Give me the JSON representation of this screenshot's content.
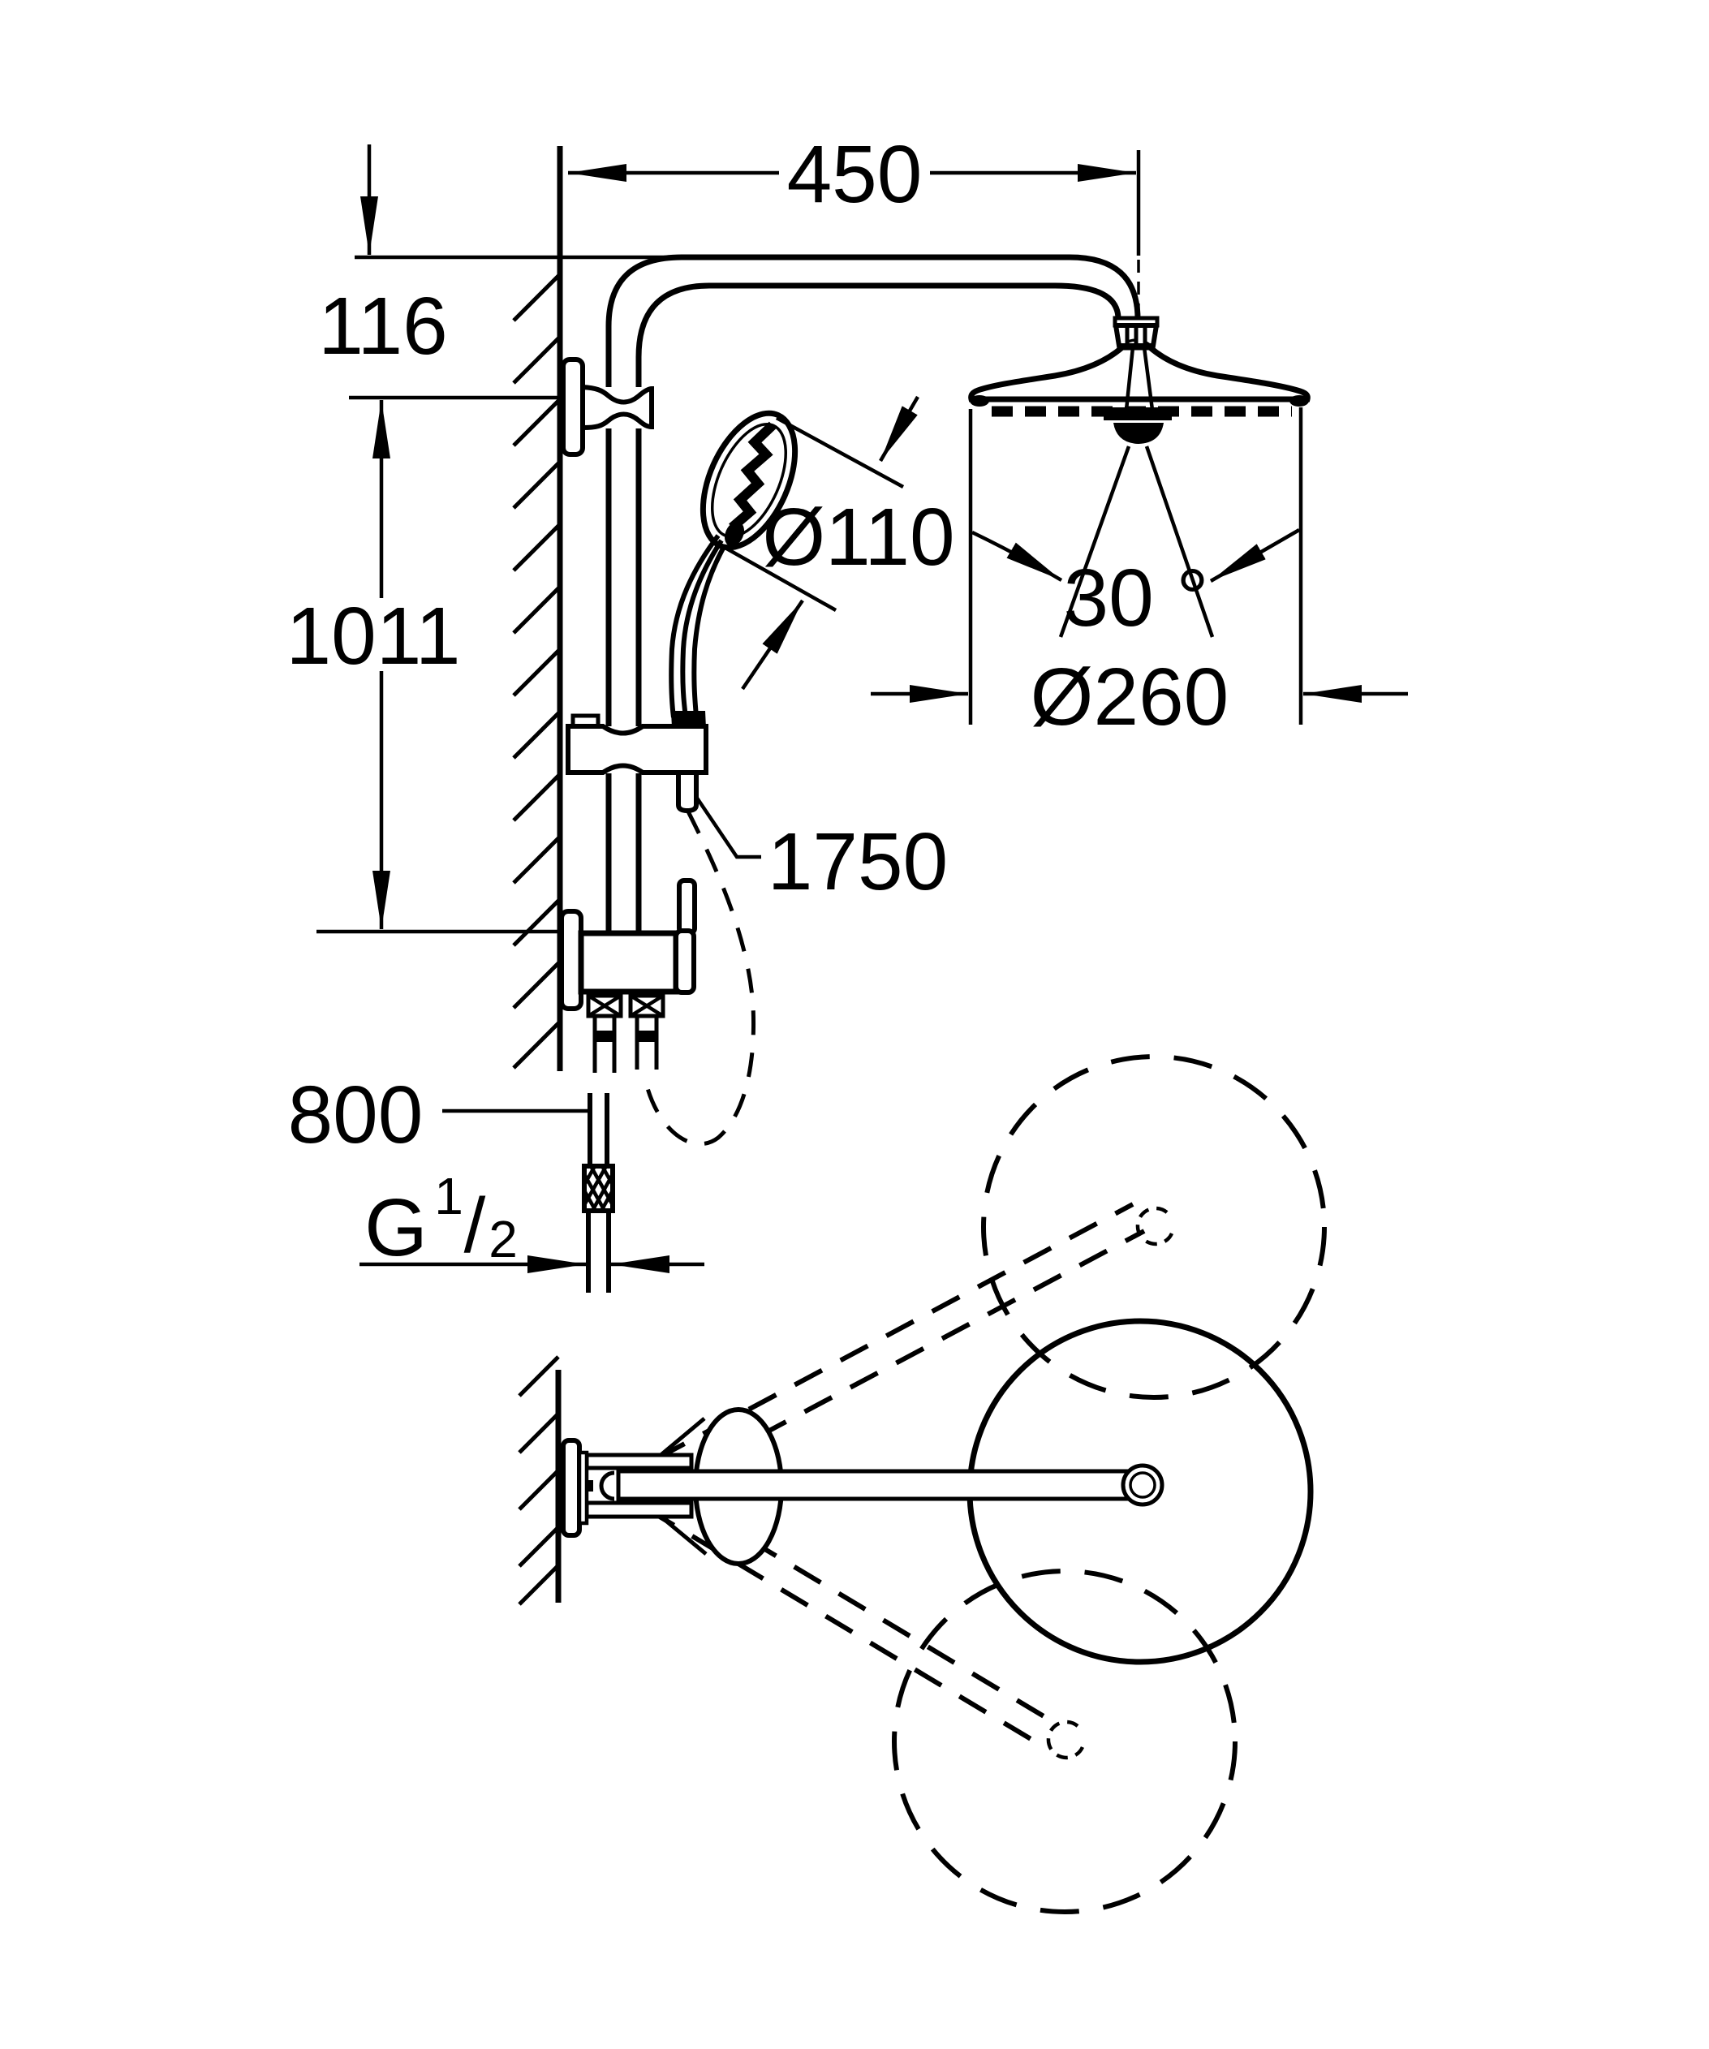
{
  "drawing": {
    "type": "dimensioned technical line drawing",
    "subject": "wall-mounted shower system with head shower, hand shower, shower rail and swivel arm (side elevation and plan view)"
  },
  "colors": {
    "ink": "#000000",
    "paper": "#ffffff"
  },
  "labels": {
    "arm_reach": "450",
    "top_clearance": "116",
    "rail_height": "1011",
    "hand_shower_diameter": "Ø110",
    "spray_angle": "30 °",
    "head_shower_diameter": "Ø260",
    "hose_length": "1750",
    "supply_height": "800",
    "thread_letter": "G",
    "thread_numerator": "1",
    "thread_slash": "/",
    "thread_denominator": "2"
  }
}
